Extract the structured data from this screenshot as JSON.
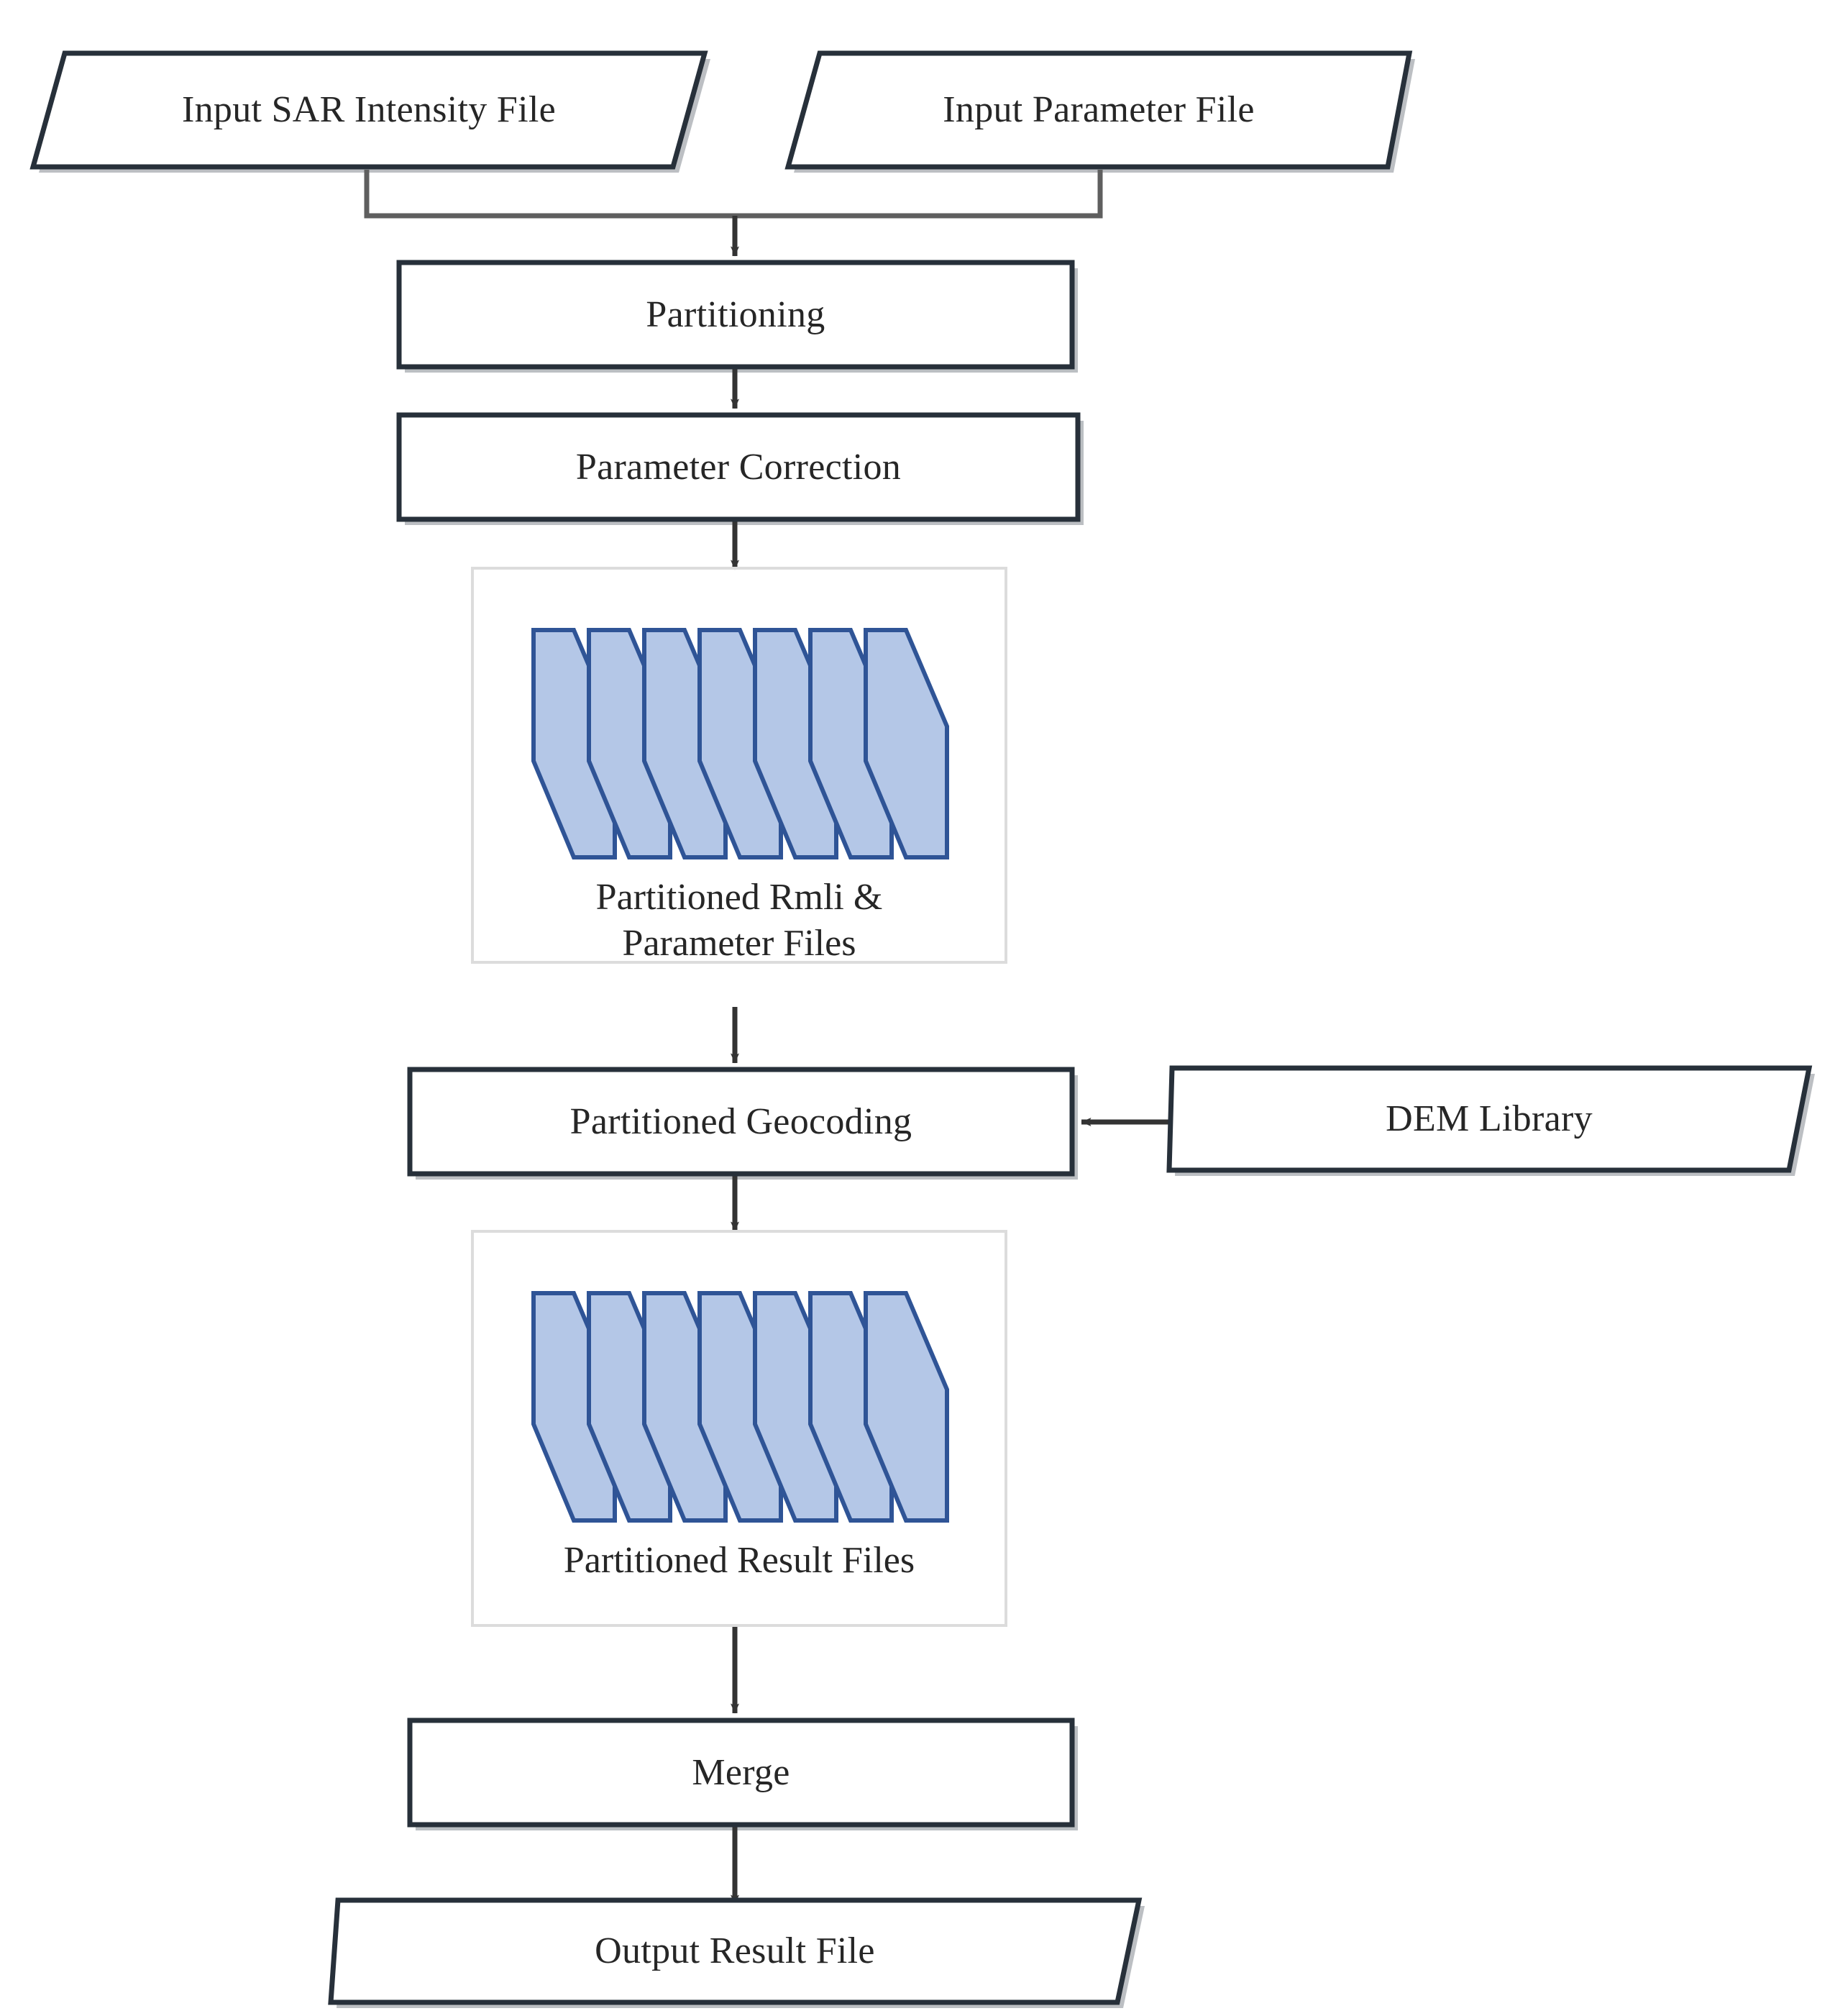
{
  "diagram": {
    "title": "Partitioned SAR Geocoding Workflow",
    "colors": {
      "shape_stroke": "#27303a",
      "shape_fill": "#ffffff",
      "shadow": "#9aa0a6",
      "connector": "#5f5f5f",
      "arrow_dark": "#333333",
      "sheet_fill": "#b4c7e7",
      "sheet_stroke": "#2f5496",
      "group_border": "#d9d9d9",
      "text": "#262626"
    },
    "nodes": {
      "input_sar": {
        "label": "Input SAR Intensity File",
        "shape": "parallelogram"
      },
      "input_param": {
        "label": "Input Parameter File",
        "shape": "parallelogram"
      },
      "partitioning": {
        "label": "Partitioning",
        "shape": "rectangle"
      },
      "parameter_correction": {
        "label": "Parameter Correction",
        "shape": "rectangle"
      },
      "partitioned_rmli": {
        "label": "Partitioned Rmli &\nParameter Files",
        "shape": "multi-document",
        "sheet_count": 7
      },
      "partitioned_geocoding": {
        "label": "Partitioned Geocoding",
        "shape": "rectangle"
      },
      "dem_library": {
        "label": "DEM Library",
        "shape": "parallelogram"
      },
      "partitioned_results": {
        "label": "Partitioned Result Files",
        "shape": "multi-document",
        "sheet_count": 7
      },
      "merge": {
        "label": "Merge",
        "shape": "rectangle"
      },
      "output_result": {
        "label": "Output Result File",
        "shape": "parallelogram"
      }
    },
    "edges": [
      {
        "from": "input_sar",
        "to": "partitioning",
        "style": "elbow-merge-arrow"
      },
      {
        "from": "input_param",
        "to": "partitioning",
        "style": "elbow-merge-arrow"
      },
      {
        "from": "partitioning",
        "to": "parameter_correction",
        "style": "straight-arrow-down"
      },
      {
        "from": "parameter_correction",
        "to": "partitioned_rmli",
        "style": "straight-arrow-down"
      },
      {
        "from": "partitioned_rmli",
        "to": "partitioned_geocoding",
        "style": "straight-arrow-down"
      },
      {
        "from": "dem_library",
        "to": "partitioned_geocoding",
        "style": "straight-arrow-left"
      },
      {
        "from": "partitioned_geocoding",
        "to": "partitioned_results",
        "style": "straight-arrow-down"
      },
      {
        "from": "partitioned_results",
        "to": "merge",
        "style": "straight-arrow-down"
      },
      {
        "from": "merge",
        "to": "output_result",
        "style": "straight-arrow-down"
      }
    ]
  }
}
